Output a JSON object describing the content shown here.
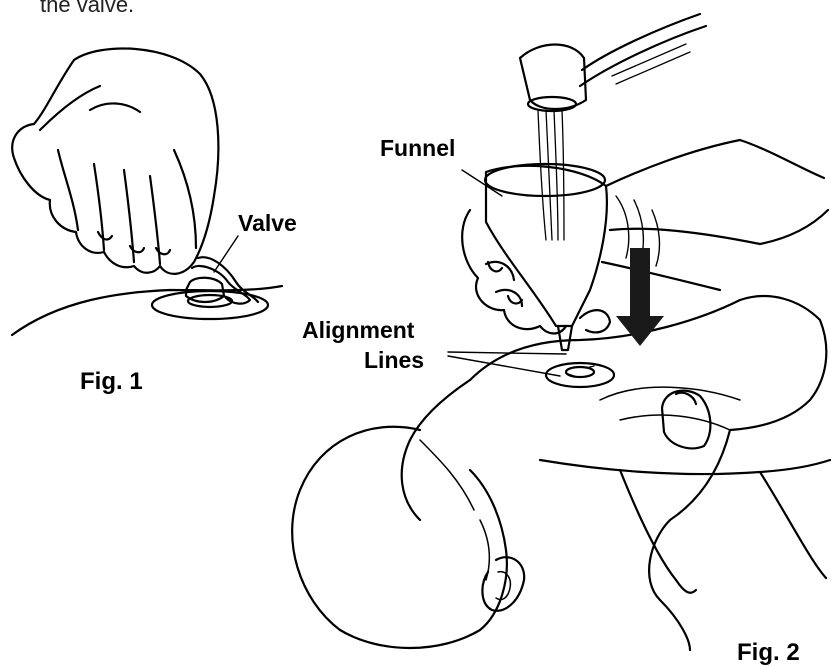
{
  "header": {
    "instruction_tail": "the valve."
  },
  "labels": {
    "funnel": "Funnel",
    "valve": "Valve",
    "alignment_line1": "Alignment",
    "alignment_line2": "Lines"
  },
  "figures": {
    "fig1": "Fig. 1",
    "fig2": "Fig. 2"
  },
  "colors": {
    "line": "#000000",
    "background": "#ffffff",
    "arrow": "#1a1a1a"
  }
}
